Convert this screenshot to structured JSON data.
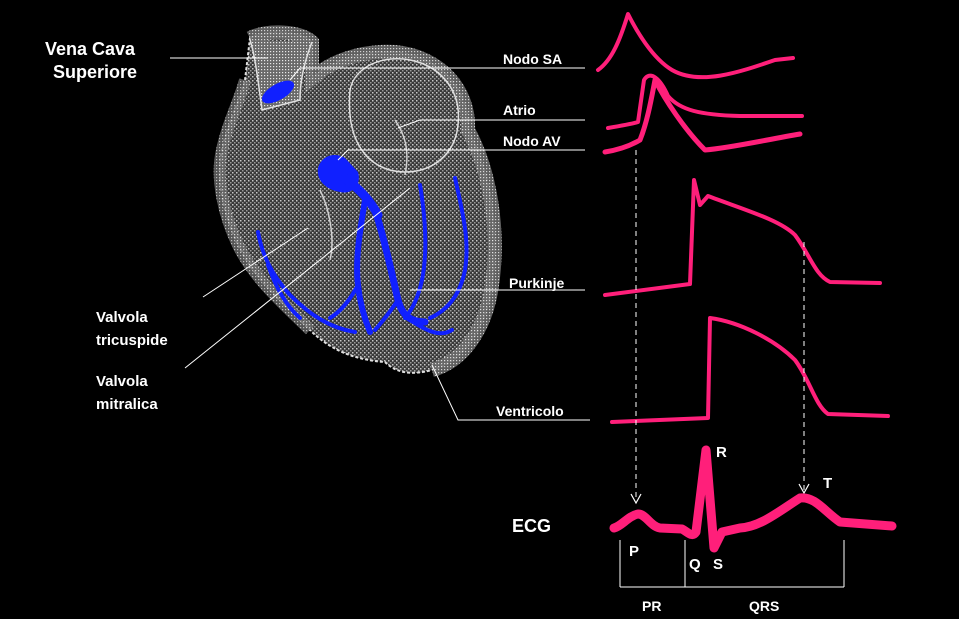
{
  "labels": {
    "vena_cava_line1": "Vena Cava",
    "vena_cava_line2": "Superiore",
    "valvola_tricuspide_line1": "Valvola",
    "valvola_tricuspide_line2": "tricuspide",
    "valvola_mitralica_line1": "Valvola",
    "valvola_mitralica_line2": "mitralica",
    "nodo_sa": "Nodo SA",
    "atrio": "Atrio",
    "nodo_av": "Nodo AV",
    "purkinje": "Purkinje",
    "ventricolo": "Ventricolo",
    "ecg": "ECG"
  },
  "ecg_waves": {
    "p": "P",
    "q": "Q",
    "r": "R",
    "s": "S",
    "t": "T"
  },
  "intervals": {
    "pr": "PR",
    "qrs": "QRS"
  },
  "colors": {
    "background": "#000000",
    "text": "#ffffff",
    "trace": "#ff1f7a",
    "conduction_system": "#1020ff",
    "heart_fill": "#8a8a8a"
  }
}
